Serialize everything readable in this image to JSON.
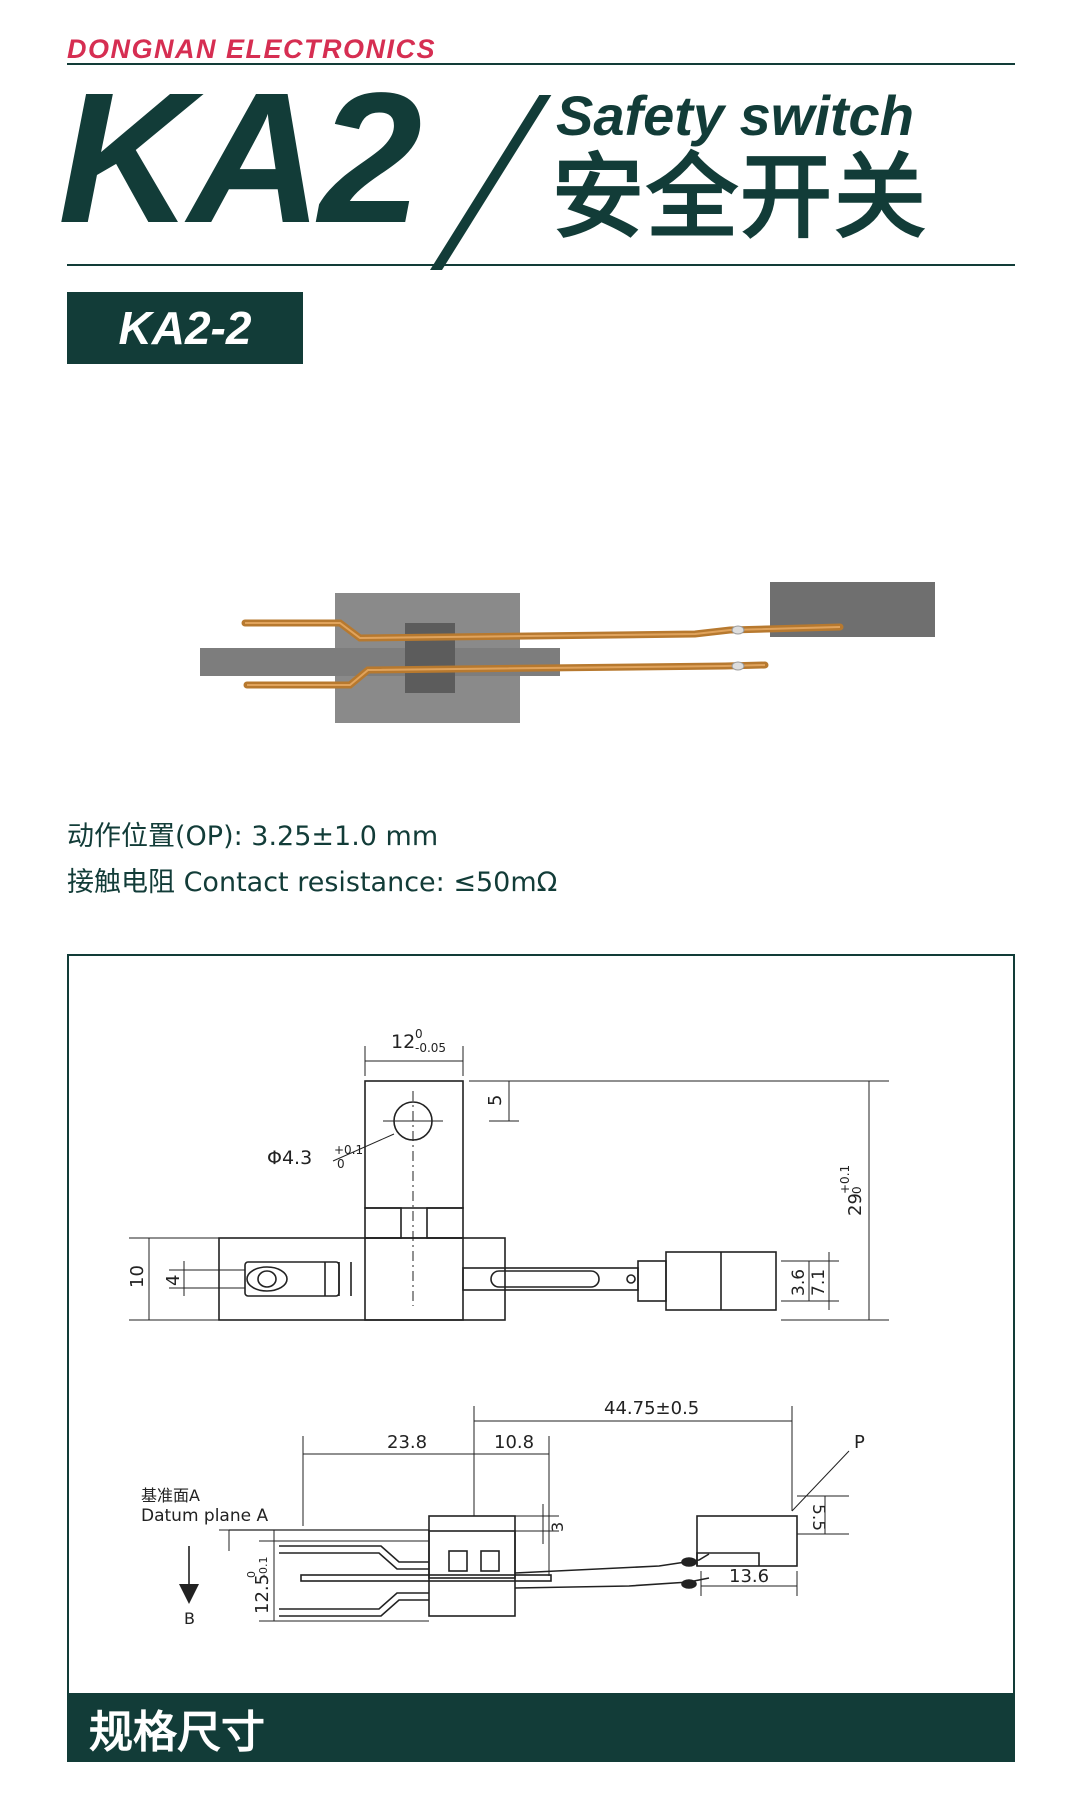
{
  "header": {
    "brand": "DONGNAN ELECTRONICS",
    "model": "KA2",
    "title_en": "Safety switch",
    "title_zh": "安全开关",
    "variant": "KA2-2"
  },
  "product_image": {
    "description_icon": "switch-photo"
  },
  "specs": [
    {
      "label": "动作位置(OP):",
      "value": "3.25±1.0 mm"
    },
    {
      "label": "接触电阻 Contact resistance:",
      "value": "≤50mΩ"
    }
  ],
  "drawing": {
    "dims": {
      "width_12": "12",
      "width_12_tol_upper": "0",
      "width_12_tol_lower": "-0.05",
      "hole": "Φ4.3",
      "hole_tol_upper": "+0.1",
      "hole_tol_lower": "0",
      "dim_5": "5",
      "dim_29": "29",
      "dim_29_tol_upper": "+0.1",
      "dim_29_tol_lower": "0",
      "dim_10": "10",
      "dim_4": "4",
      "dim_3_6": "3.6",
      "dim_7_1": "7.1",
      "dim_44_75": "44.75±0.5",
      "dim_23_8": "23.8",
      "dim_10_8": "10.8",
      "dim_3": "3",
      "dim_5_5": "5.5",
      "dim_13_6": "13.6",
      "dim_12_5": "12.5",
      "dim_12_5_tol_upper": "0",
      "dim_12_5_tol_lower": "-0.1",
      "label_p": "P",
      "label_b": "B",
      "datum_zh": "基准面A",
      "datum_en": "Datum plane A"
    }
  },
  "footer": {
    "title": "规格尺寸"
  },
  "colors": {
    "primary": "#123c38",
    "brand": "#d62e52",
    "copper": "#c98a3c"
  }
}
